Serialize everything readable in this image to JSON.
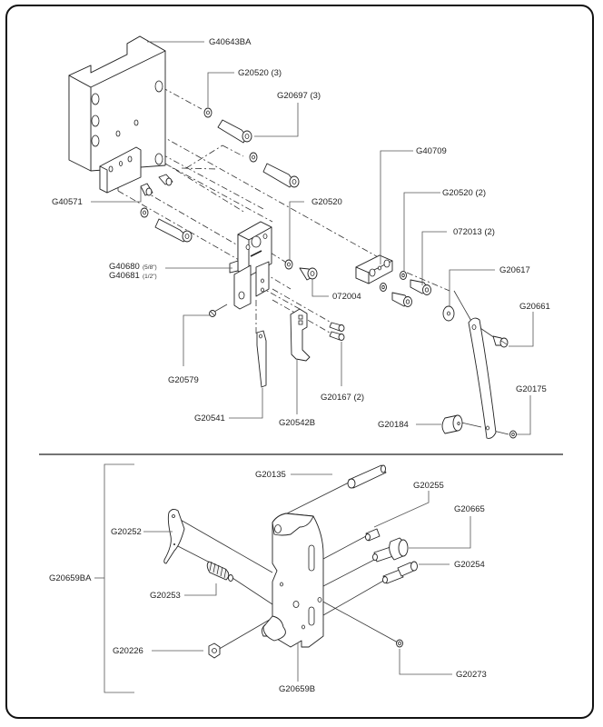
{
  "diagram": {
    "type": "exploded-parts-diagram",
    "upper_assembly": {
      "labels": {
        "G40643BA": "G40643BA",
        "G20520_3": "G20520 (3)",
        "G20697_3": "G20697 (3)",
        "G40709": "G40709",
        "G40571": "G40571",
        "G20520": "G20520",
        "G20520_2": "G20520 (2)",
        "072013_2": "072013 (2)",
        "G40680": "G40680",
        "G40680_size": "(5/8\")",
        "G40681": "G40681",
        "G40681_size": "(1/2\")",
        "072004": "072004",
        "G20617": "G20617",
        "G20661": "G20661",
        "G20579": "G20579",
        "G20167_2": "G20167 (2)",
        "G20541": "G20541",
        "G20542B": "G20542B",
        "G20175": "G20175",
        "G20184": "G20184"
      }
    },
    "lower_assembly": {
      "labels": {
        "G20135": "G20135",
        "G20255": "G20255",
        "G20665": "G20665",
        "G20252": "G20252",
        "G20659BA": "G20659BA",
        "G20254": "G20254",
        "G20253": "G20253",
        "G20226": "G20226",
        "G20273": "G20273",
        "G20659B": "G20659B"
      }
    }
  }
}
